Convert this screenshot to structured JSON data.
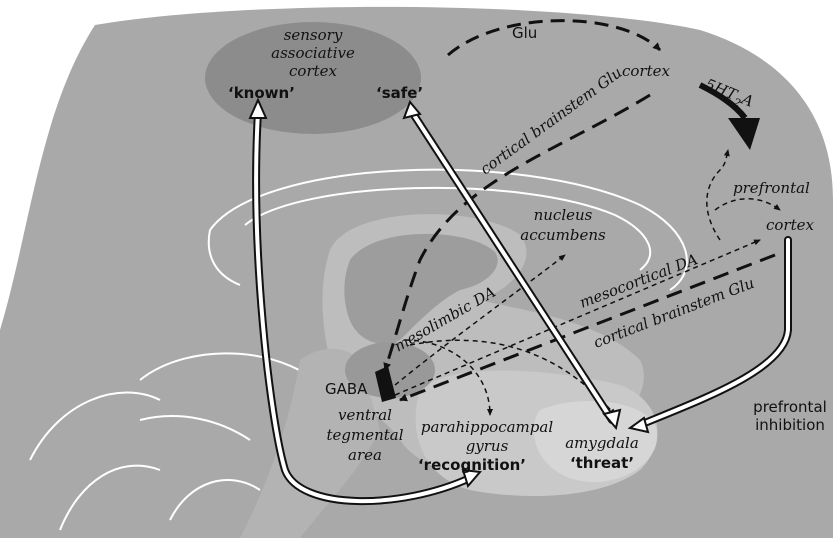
{
  "labels": {
    "sensory_line1": "sensory",
    "sensory_line2": "associative",
    "sensory_line3": "cortex",
    "known": "‘known’",
    "safe": "‘safe’",
    "glu": "Glu",
    "cortex_top": "cortex",
    "receptor": "5HT",
    "receptor_sub": "2",
    "receptor_suffix": "A",
    "cortical_brainstem_glu_upper": "cortical brainstem Glu",
    "prefrontal_line1": "prefrontal",
    "prefrontal_line2": "cortex",
    "nucleus_line1": "nucleus",
    "nucleus_line2": "accumbens",
    "mesocortical": "mesocortical DA",
    "cortical_brainstem_glu_lower": "cortical brainstem Glu",
    "mesolimbic": "mesolimbic DA",
    "gaba": "GABA",
    "vta_line1": "ventral",
    "vta_line2": "tegmental",
    "vta_line3": "area",
    "parahippo_line1": "parahippocampal",
    "parahippo_line2": "gyrus",
    "recognition": "‘recognition’",
    "amygdala": "amygdala",
    "threat": "‘threat’",
    "prefrontal_inhibition_line1": "prefrontal",
    "prefrontal_inhibition_line2": "inhibition"
  },
  "colors": {
    "brain_fill": "#a9a9a9",
    "sensory_cortex_fill": "#8c8c8c",
    "limbic_region_fill": "#c9c9c9",
    "arrow_outline": "#111111"
  }
}
